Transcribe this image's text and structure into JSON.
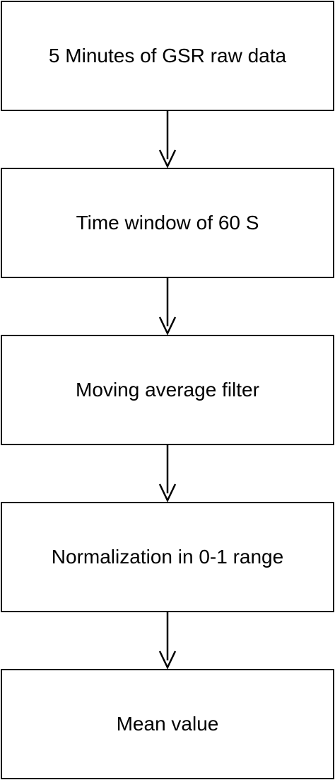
{
  "flowchart": {
    "steps": [
      {
        "label": "5 Minutes of GSR raw data"
      },
      {
        "label": "Time window of 60 S"
      },
      {
        "label": "Moving average filter"
      },
      {
        "label": "Normalization in 0-1 range"
      },
      {
        "label": "Mean value"
      }
    ]
  },
  "colors": {
    "stroke": "#000000",
    "fill": "#ffffff",
    "text": "#000000"
  }
}
